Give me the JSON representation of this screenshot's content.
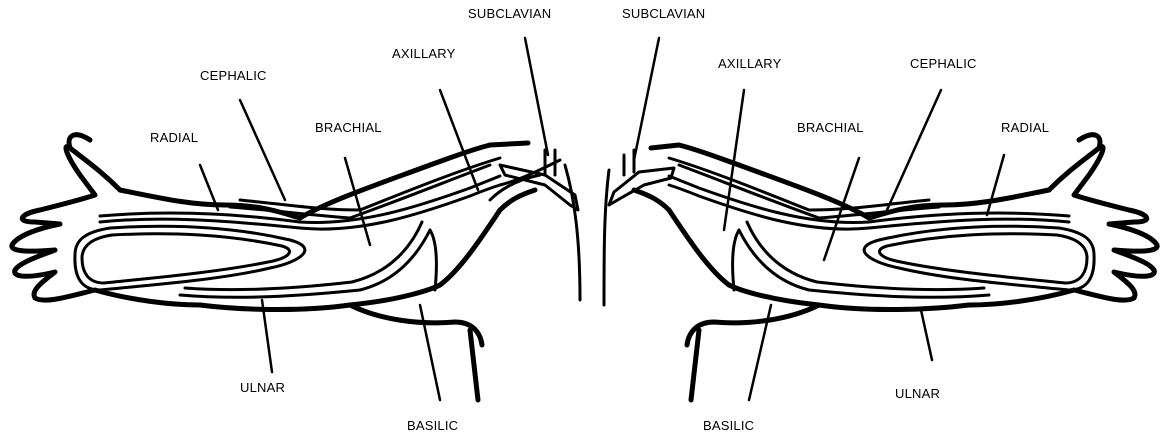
{
  "labels": {
    "left": {
      "subclavian": "SUBCLAVIAN",
      "axillary": "AXILLARY",
      "cephalic": "CEPHALIC",
      "brachial": "BRACHIAL",
      "radial": "RADIAL",
      "ulnar": "ULNAR",
      "basilic": "BASILIC"
    },
    "right": {
      "subclavian": "SUBCLAVIAN",
      "axillary": "AXILLARY",
      "cephalic": "CEPHALIC",
      "brachial": "BRACHIAL",
      "radial": "RADIAL",
      "ulnar": "ULNAR",
      "basilic": "BASILIC"
    }
  },
  "colors": {
    "ink": "#000000",
    "background": "#ffffff"
  }
}
